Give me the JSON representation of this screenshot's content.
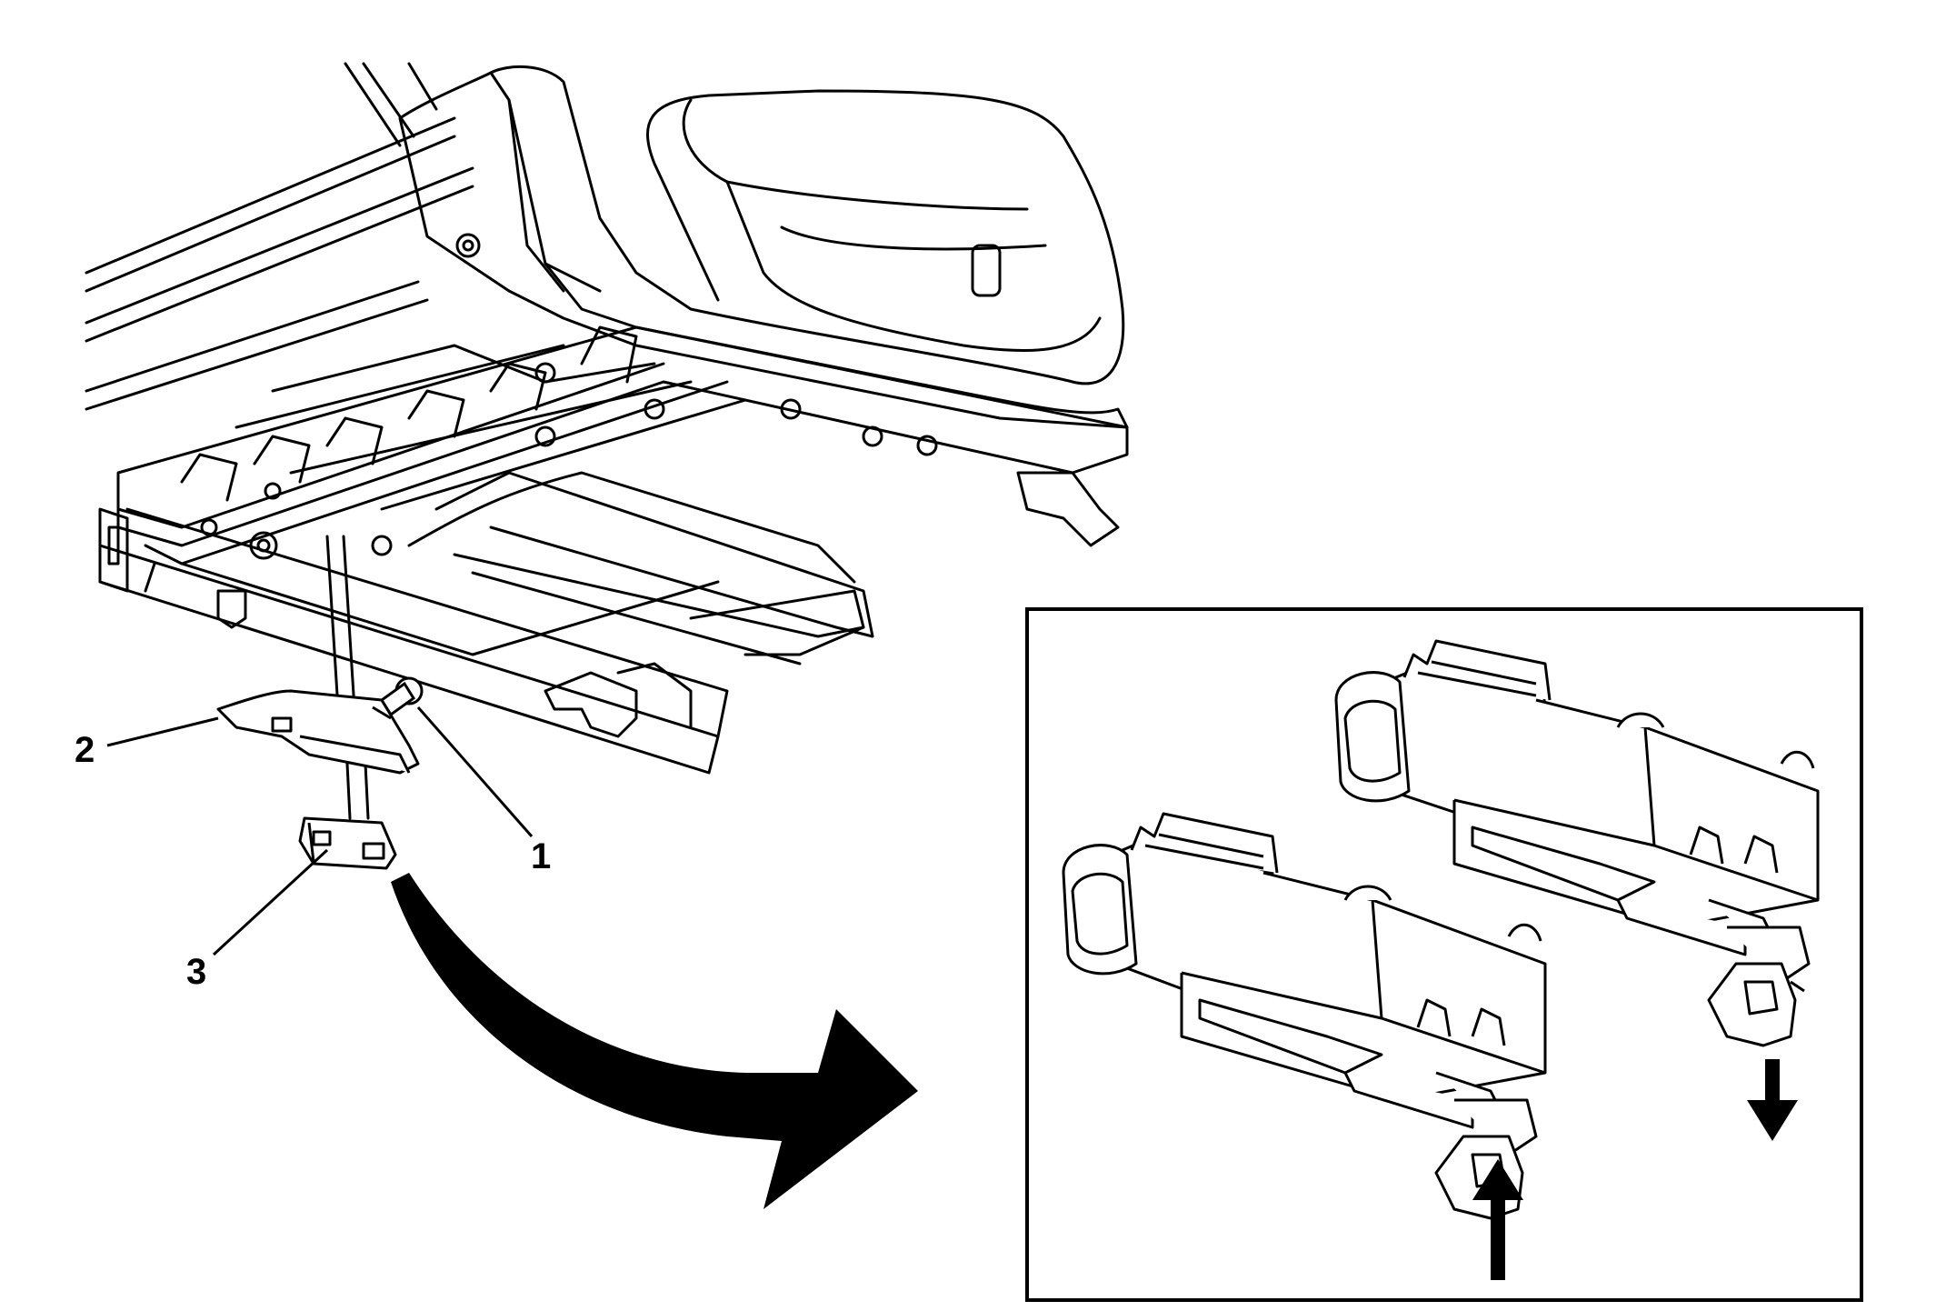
{
  "callouts": {
    "c1": "1",
    "c2": "2",
    "c3": "3"
  },
  "colors": {
    "line": "#000000",
    "background": "#ffffff"
  },
  "detail_view": {
    "arrow_up": "up-arrow",
    "arrow_down": "down-arrow"
  }
}
